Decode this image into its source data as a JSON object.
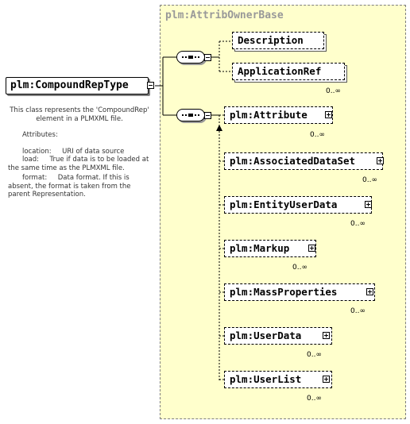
{
  "diagram": {
    "root": {
      "label": "plm:CompoundRepType"
    },
    "group": {
      "title": "plm:AttribOwnerBase"
    },
    "description": {
      "line1": "This class represents the 'CompoundRep' element in a PLMXML file.",
      "attributes_heading": "Attributes:",
      "location_key": "location:",
      "location_val": "URI of data source",
      "load_key": "load:",
      "load_val": "True if data is to be loaded at the same time as the PLMXML file.",
      "format_key": "format:",
      "format_val": "Data format. If this is absent, the format is taken from the parent Representation."
    },
    "seq1_children": [
      {
        "label": "Description",
        "cardinality": ""
      },
      {
        "label": "ApplicationRef",
        "cardinality": "0..∞"
      }
    ],
    "seq2_children": [
      {
        "label": "plm:Attribute",
        "cardinality": "0..∞"
      },
      {
        "label": "plm:AssociatedDataSet",
        "cardinality": "0..∞"
      },
      {
        "label": "plm:EntityUserData",
        "cardinality": "0..∞"
      },
      {
        "label": "plm:Markup",
        "cardinality": "0..∞"
      },
      {
        "label": "plm:MassProperties",
        "cardinality": "0..∞"
      },
      {
        "label": "plm:UserData",
        "cardinality": "0..∞"
      },
      {
        "label": "plm:UserList",
        "cardinality": "0..∞"
      }
    ]
  }
}
